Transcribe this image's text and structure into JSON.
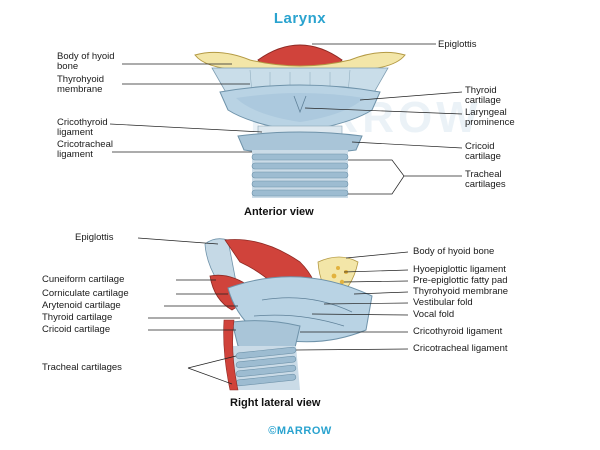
{
  "title": "Larynx",
  "watermark": "MARROW",
  "footer": "©MARROW",
  "anterior": {
    "caption": "Anterior view",
    "left_labels": [
      "Body of hyoid\nbone",
      "Thyrohyoid\nmembrane",
      "Cricothyroid\nligament",
      "Cricotracheal\nligament"
    ],
    "right_labels": [
      "Epiglottis",
      "Thyroid\ncartilage",
      "Laryngeal\nprominence",
      "Cricoid\ncartilage",
      "Tracheal\ncartilages"
    ]
  },
  "lateral": {
    "caption": "Right lateral view",
    "left_labels": [
      "Epiglottis",
      "Cuneiform cartilage",
      "Corniculate cartilage",
      "Arytenoid cartilage",
      "Thyroid cartilage",
      "Cricoid cartilage",
      "Tracheal cartilages"
    ],
    "right_labels": [
      "Body of hyoid bone",
      "Hyoepiglottic ligament",
      "Pre-epiglottic fatty pad",
      "Thyrohyoid membrane",
      "Vestibular fold",
      "Vocal fold",
      "Cricothyroid ligament",
      "Cricotracheal ligament"
    ]
  },
  "colors": {
    "accent": "#2aa3cf",
    "cartilage": "#b9d3e4",
    "bone": "#f3e6a8",
    "muscle": "#d0433b"
  }
}
